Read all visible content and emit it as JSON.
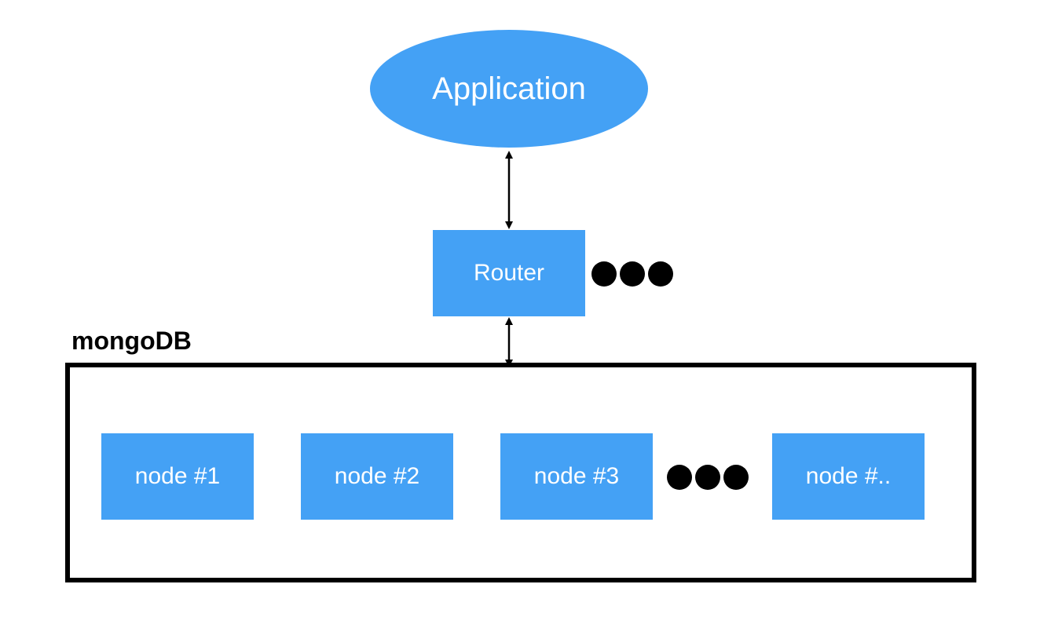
{
  "application": {
    "label": "Application"
  },
  "router": {
    "label": "Router"
  },
  "cluster": {
    "label": "mongoDB",
    "nodes": [
      {
        "label": "node #1"
      },
      {
        "label": "node #2"
      },
      {
        "label": "node #3"
      },
      {
        "label": "node #.."
      }
    ]
  },
  "colors": {
    "node_fill": "#44a1f5",
    "text_on_node": "#ffffff",
    "frame": "#000000"
  },
  "icons": {
    "ellipsis": "three-dots-icon",
    "connector": "bidirectional-arrow-icon"
  }
}
